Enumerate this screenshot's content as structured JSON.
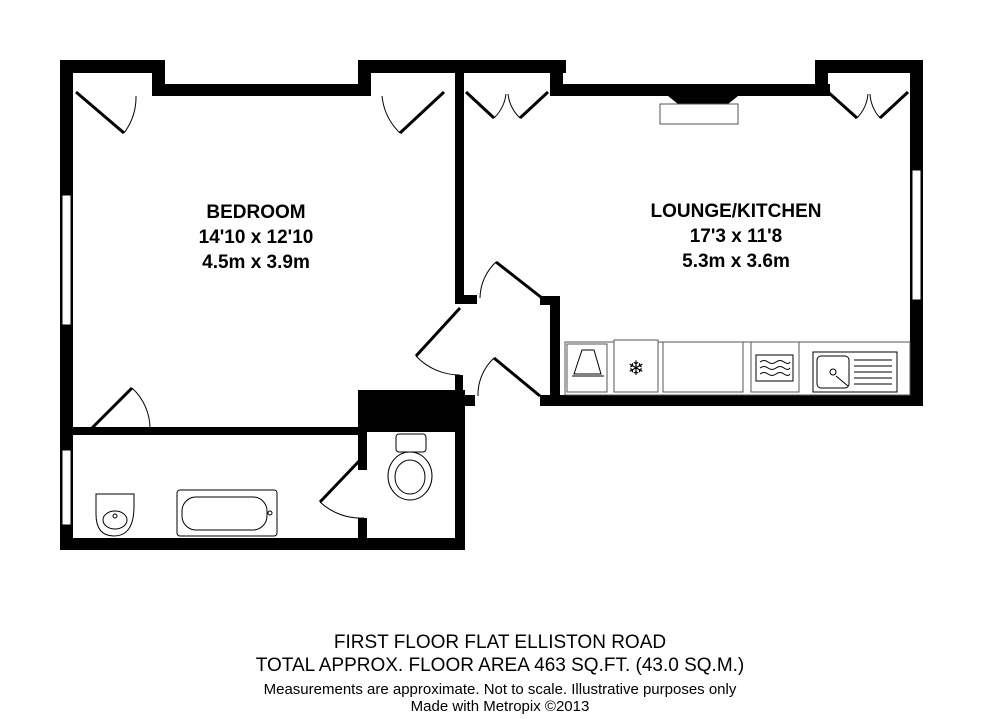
{
  "rooms": {
    "bedroom": {
      "name": "BEDROOM",
      "imperial": "14'10 x 12'10",
      "metric": "4.5m x 3.9m"
    },
    "lounge": {
      "name": "LOUNGE/KITCHEN",
      "imperial": "17'3 x 11'8",
      "metric": "5.3m x 3.6m"
    }
  },
  "footer": {
    "title": "FIRST FLOOR FLAT  ELLISTON ROAD",
    "area": "TOTAL APPROX. FLOOR AREA 463 SQ.FT. (43.0 SQ.M.)",
    "disclaimer": "Measurements are approximate.  Not to scale.  Illustrative purposes only",
    "credit": "Made with Metropix ©2013"
  },
  "colors": {
    "wall": "#000000",
    "background": "#ffffff",
    "fixture_stroke": "#555555"
  }
}
